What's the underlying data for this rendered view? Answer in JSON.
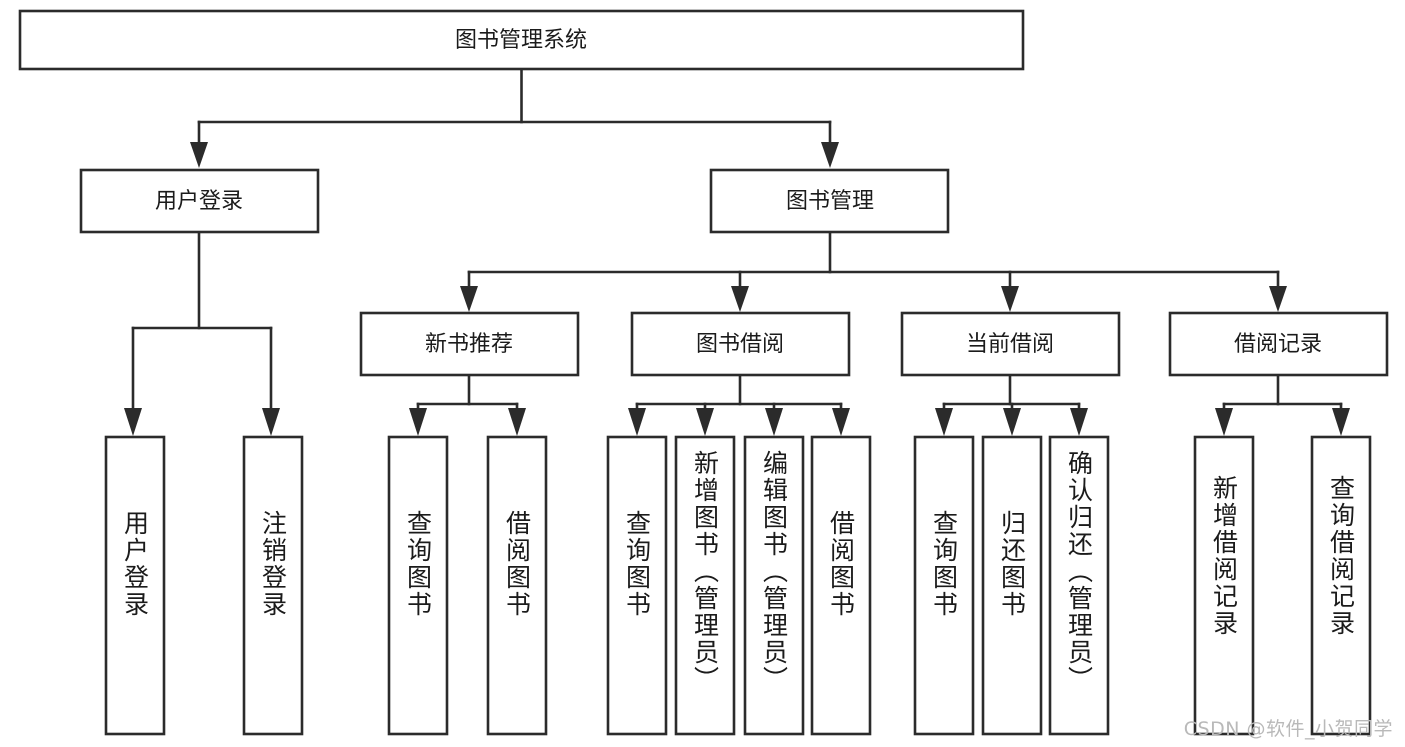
{
  "diagram": {
    "type": "tree-hierarchy",
    "title": "图书管理系统",
    "root": {
      "label": "图书管理系统",
      "children": [
        {
          "label": "用户登录",
          "children": [
            {
              "label": "用户登录"
            },
            {
              "label": "注销登录"
            }
          ]
        },
        {
          "label": "图书管理",
          "children": [
            {
              "label": "新书推荐",
              "children": [
                {
                  "label": "查询图书"
                },
                {
                  "label": "借阅图书"
                }
              ]
            },
            {
              "label": "图书借阅",
              "children": [
                {
                  "label": "查询图书"
                },
                {
                  "label": "新增图书（管理员）"
                },
                {
                  "label": "编辑图书（管理员）"
                },
                {
                  "label": "借阅图书"
                }
              ]
            },
            {
              "label": "当前借阅",
              "children": [
                {
                  "label": "查询图书"
                },
                {
                  "label": "归还图书"
                },
                {
                  "label": "确认归还（管理员）"
                }
              ]
            },
            {
              "label": "借阅记录",
              "children": [
                {
                  "label": "新增借阅记录"
                },
                {
                  "label": "查询借阅记录"
                }
              ]
            }
          ]
        }
      ]
    },
    "nodes": {
      "root_title": "图书管理系统",
      "l2_user_login": "用户登录",
      "l2_book_mgmt": "图书管理",
      "l3_new_book_rec": "新书推荐",
      "l3_book_borrow": "图书借阅",
      "l3_current_borrow": "当前借阅",
      "l3_borrow_record": "借阅记录",
      "leaf_user_login": "用户登录",
      "leaf_logout": "注销登录",
      "leaf_query_book_a": "查询图书",
      "leaf_borrow_book_a": "借阅图书",
      "leaf_query_book_b": "查询图书",
      "leaf_add_book": "新增图书（管理员）",
      "leaf_edit_book": "编辑图书（管理员）",
      "leaf_borrow_book_b": "借阅图书",
      "leaf_query_book_c": "查询图书",
      "leaf_return_book": "归还图书",
      "leaf_confirm_return": "确认归还（管理员）",
      "leaf_add_record": "新增借阅记录",
      "leaf_query_record": "查询借阅记录"
    },
    "colors": {
      "box_stroke": "#2b2b2b",
      "box_fill": "#ffffff",
      "text": "#1b1b1b",
      "background": "#ffffff",
      "watermark": "#b9b9b9"
    }
  },
  "watermark": {
    "text": "CSDN @软件_小贺同学"
  }
}
